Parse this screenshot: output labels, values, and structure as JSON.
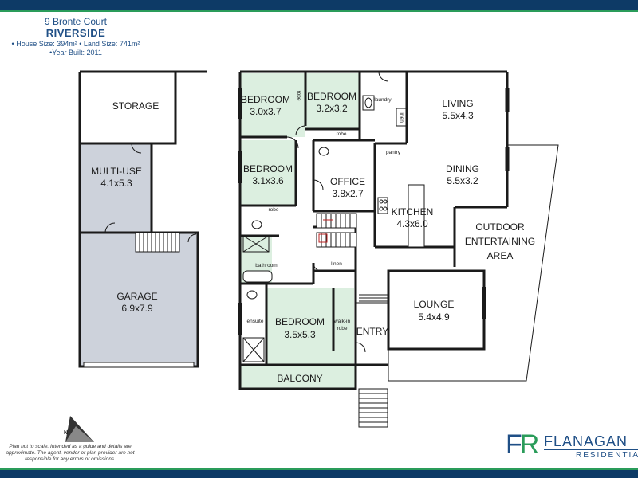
{
  "header": {
    "address": "9 Bronte Court",
    "suburb": "RIVERSIDE",
    "sizes": "• House Size: 394m² • Land Size: 741m²",
    "year": "•Year Built: 2011"
  },
  "rooms": {
    "storage": "STORAGE",
    "multi_use": "MULTI-USE",
    "multi_use_size": "4.1x5.3",
    "garage": "GARAGE",
    "garage_size": "6.9x7.9",
    "bedroom1": "BEDROOM",
    "bedroom1_size": "3.0x3.7",
    "bedroom2": "BEDROOM",
    "bedroom2_size": "3.2x3.2",
    "bedroom3": "BEDROOM",
    "bedroom3_size": "3.1x3.6",
    "office": "OFFICE",
    "office_size": "3.8x2.7",
    "kitchen": "KITCHEN",
    "kitchen_size": "4.3x6.0",
    "living": "LIVING",
    "living_size": "5.5x4.3",
    "dining": "DINING",
    "dining_size": "5.5x3.2",
    "outdoor1": "OUTDOOR",
    "outdoor2": "ENTERTAINING",
    "outdoor3": "AREA",
    "lounge": "LOUNGE",
    "lounge_size": "5.4x4.9",
    "master": "BEDROOM",
    "master_size": "3.5x5.3",
    "entry": "ENTRY",
    "balcony": "BALCONY"
  },
  "labels": {
    "robe1": "robe",
    "robe2": "robe",
    "robe3": "robe",
    "laundry": "laundry",
    "linen1": "linen",
    "linen2": "linen",
    "pantry": "pantry",
    "bathroom": "bathroom",
    "ensuite": "ensuite",
    "walkin1": "walk-in",
    "walkin2": "robe",
    "north": "N"
  },
  "disclaimer": "Plan not to scale. Intended as a guide and details are approximate. The agent, vendor or plan provider are not responsible for any errors or omissions.",
  "brand": {
    "mark_f": "F",
    "mark_r": "R",
    "name": "FLANAGAN",
    "sub": "RESIDENTIAL"
  },
  "colors": {
    "navy": "#0d3a66",
    "green": "#2a9c5a",
    "room_green": "#dcefe0",
    "garage_grey": "#cdd2db"
  }
}
